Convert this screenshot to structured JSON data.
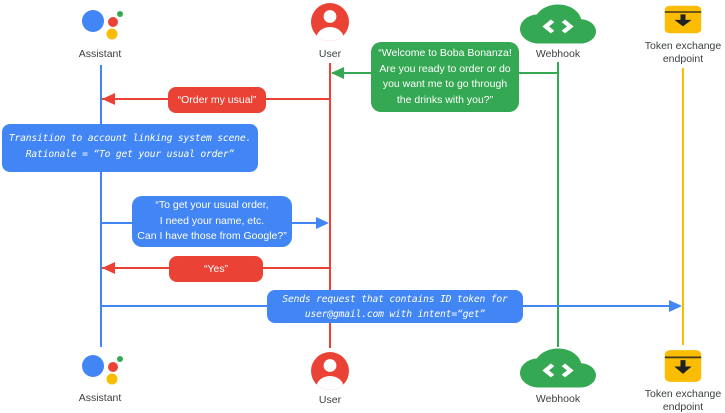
{
  "colors": {
    "blue": "#4285f4",
    "red": "#ea4335",
    "green": "#34a853",
    "yellow": "#fbbc04",
    "label_text": "#3c4043",
    "bubble_text": "#ffffff"
  },
  "actors": [
    {
      "id": "assistant",
      "label": "Assistant",
      "color": "#4285f4",
      "icon": "google-assistant-logo"
    },
    {
      "id": "user",
      "label": "User",
      "color": "#ea4335",
      "icon": "person-circle"
    },
    {
      "id": "webhook",
      "label": "Webhook",
      "color": "#34a853",
      "icon": "cloud-code"
    },
    {
      "id": "token",
      "label": "Token exchange endpoint",
      "color": "#fbbc04",
      "icon": "inbox-download"
    }
  ],
  "messages": {
    "welcome": {
      "from": "Webhook",
      "to": "User",
      "style": "green-bubble",
      "lines": [
        "“Welcome to Boba Bonanza!",
        "Are you ready to order or do",
        "you want me to go through",
        "the drinks with you?”"
      ]
    },
    "order_usual": {
      "from": "User",
      "to": "Assistant",
      "style": "red-bubble",
      "lines": [
        "“Order my usual”"
      ]
    },
    "transition_note": {
      "from": "Assistant",
      "to": "Assistant",
      "style": "blue-code-note",
      "lines": [
        "Transition to account linking system scene.",
        "Rationale = “To get your usual order”"
      ]
    },
    "ask_permission": {
      "from": "Assistant",
      "to": "User",
      "style": "blue-bubble",
      "lines": [
        "“To get your usual order,",
        "I need your name, etc.",
        "Can I have those from Google?”"
      ]
    },
    "yes": {
      "from": "User",
      "to": "Assistant",
      "style": "red-bubble",
      "lines": [
        "“Yes”"
      ]
    },
    "send_token": {
      "from": "Assistant",
      "to": "Token exchange endpoint",
      "style": "blue-code-note",
      "lines": [
        "Sends request that contains ID token for",
        "user@gmail.com with intent=“get”"
      ]
    }
  }
}
